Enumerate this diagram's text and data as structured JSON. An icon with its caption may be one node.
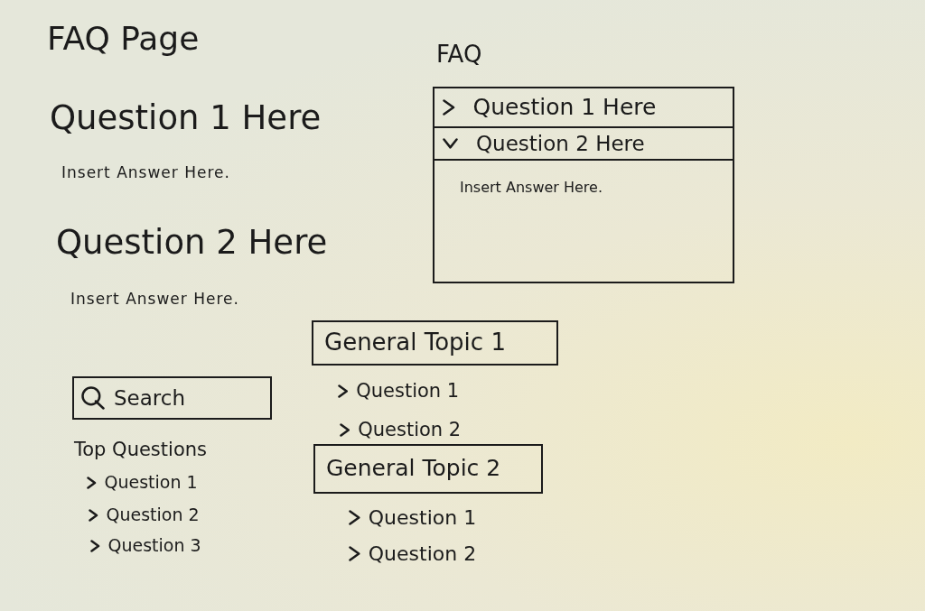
{
  "diagram": {
    "title": "FAQ Page",
    "nodes": [
      {
        "text": [
          "FAQ"
        ]
      },
      {
        "text": [
          "Question 1 Here"
        ],
        "in": 0
      },
      {
        "text": [
          "Question 2 Here"
        ],
        "in": 0
      },
      {
        "text": [
          "Insert Answer Here."
        ],
        "in": 0
      },
      {
        "text": [
          "Search"
        ]
      },
      {
        "text": [
          "General Topic 1"
        ]
      },
      {
        "text": [
          "General Topic 2"
        ]
      }
    ],
    "labels": [
      "Question 1 Here",
      "Insert Answer Here.",
      "Question 2 Here",
      "Insert Answer Here.",
      "Top Questions",
      "Question 1",
      "Question 2",
      "Question 3",
      "Question 1",
      "Question 2",
      "Question 1",
      "Question 2"
    ]
  }
}
